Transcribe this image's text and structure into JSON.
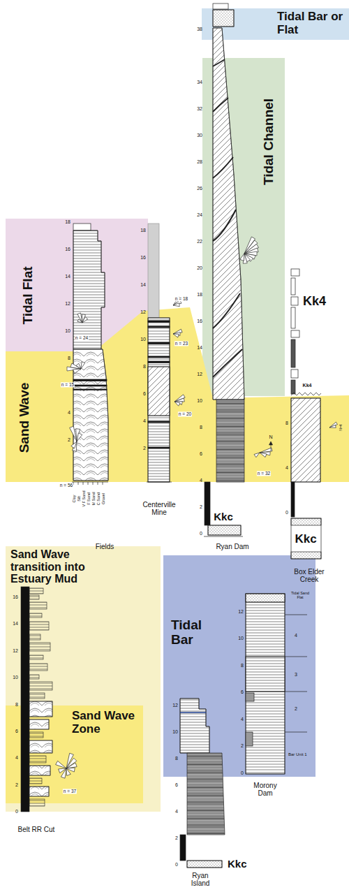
{
  "diagram": {
    "nodes": [
      {
        "text": [
          "Tidal Bar or Flat"
        ]
      },
      {
        "text": [
          "Tidal Channel"
        ]
      },
      {
        "text": [
          "Tidal Flat"
        ]
      },
      {
        "text": [
          "Sand Wave"
        ]
      },
      {
        "text": [
          "Sand Wave transition into Estuary Mud"
        ]
      },
      {
        "text": [
          "Sand Wave Zone"
        ],
        "in": 4
      },
      {
        "text": [
          "Tidal Bar"
        ]
      }
    ],
    "labels": [
      "18",
      "16",
      "14",
      "12",
      "10",
      "8",
      "6",
      "4",
      "2",
      "Clay",
      "Silt",
      "V F Sand",
      "F Sand",
      "M Sand",
      "C Sand",
      "Gravel",
      "Fields",
      "n = 24",
      "n = 15",
      "n = 56",
      "18",
      "16",
      "14",
      "12",
      "10",
      "8",
      "6",
      "4",
      "2",
      "Centerville Mine",
      "n = 18",
      "n = 23",
      "n = 20",
      "38",
      "34",
      "32",
      "30",
      "28",
      "26",
      "24",
      "22",
      "20",
      "18",
      "16",
      "14",
      "12",
      "10",
      "8",
      "6",
      "4",
      "2",
      "0",
      "Ryan Dam",
      "N",
      "n = 32",
      "Kkc",
      "8",
      "4",
      "0",
      "Kk4",
      "Kk4",
      "Kkc",
      "N=4",
      "Box Elder Creek",
      "16",
      "14",
      "12",
      "10",
      "8",
      "6",
      "4",
      "2",
      "0",
      "n = 37",
      "Belt RR Cut",
      "12",
      "10",
      "8",
      "6",
      "4",
      "2",
      "0",
      "Kkc",
      "Ryan Island",
      "12",
      "10",
      "8",
      "6",
      "4",
      "2",
      "0",
      "Tidal Sand Flat",
      "4",
      "3",
      "2",
      "Bar Unit 1",
      "Morony Dam"
    ]
  }
}
